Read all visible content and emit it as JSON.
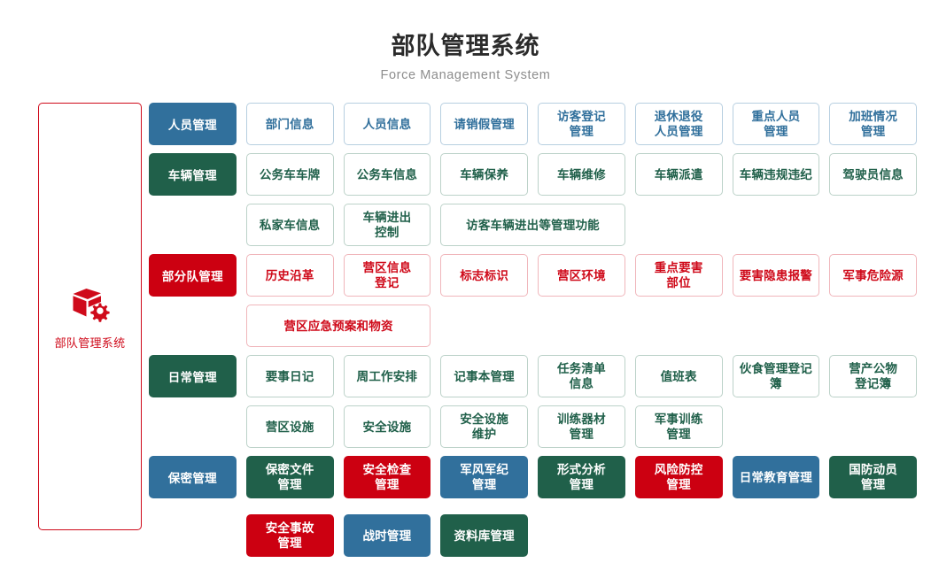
{
  "header": {
    "title": "部队管理系统",
    "subtitle": "Force Management System"
  },
  "sidebar": {
    "icon": "cube-gear-icon",
    "label": "部队管理系统",
    "border_color": "#cf0a1a",
    "label_color": "#cf0a1a"
  },
  "palette": {
    "blue": "#31709c",
    "green": "#20604a",
    "red": "#cc0011",
    "blue_border": "#b7cfe0",
    "green_border": "#bcd2c9",
    "red_border": "#f0b6bb",
    "title_color": "#2b2b2b",
    "subtitle_color": "#8d8d8d"
  },
  "sections": [
    {
      "category": "人员管理",
      "category_color": "blue",
      "style": "outline",
      "color": "blue",
      "items": [
        {
          "label": "部门信息",
          "span": 1
        },
        {
          "label": "人员信息",
          "span": 1
        },
        {
          "label": "请销假管理",
          "span": 1
        },
        {
          "label": "访客登记\n管理",
          "span": 1
        },
        {
          "label": "退休退役\n人员管理",
          "span": 1
        },
        {
          "label": "重点人员\n管理",
          "span": 1
        },
        {
          "label": "加班情况\n管理",
          "span": 1
        }
      ]
    },
    {
      "category": "车辆管理",
      "category_color": "green",
      "style": "outline",
      "color": "green",
      "items": [
        {
          "label": "公务车车牌",
          "span": 1
        },
        {
          "label": "公务车信息",
          "span": 1
        },
        {
          "label": "车辆保养",
          "span": 1
        },
        {
          "label": "车辆维修",
          "span": 1
        },
        {
          "label": "车辆派遣",
          "span": 1
        },
        {
          "label": "车辆违规违纪",
          "span": 1
        },
        {
          "label": "驾驶员信息",
          "span": 1
        },
        {
          "label": "私家车信息",
          "span": 1
        },
        {
          "label": "车辆进出\n控制",
          "span": 1
        },
        {
          "label": "访客车辆进出等管理功能",
          "span": 2
        }
      ]
    },
    {
      "category": "部分队管理",
      "category_color": "red",
      "style": "outline",
      "color": "red",
      "items": [
        {
          "label": "历史沿革",
          "span": 1
        },
        {
          "label": "营区信息\n登记",
          "span": 1
        },
        {
          "label": "标志标识",
          "span": 1
        },
        {
          "label": "营区环境",
          "span": 1
        },
        {
          "label": "重点要害\n部位",
          "span": 1
        },
        {
          "label": "要害隐患报警",
          "span": 1
        },
        {
          "label": "军事危险源",
          "span": 1
        },
        {
          "label": "营区应急预案和物资",
          "span": 2
        }
      ]
    },
    {
      "category": "日常管理",
      "category_color": "green",
      "style": "outline",
      "color": "green",
      "items": [
        {
          "label": "要事日记",
          "span": 1
        },
        {
          "label": "周工作安排",
          "span": 1
        },
        {
          "label": "记事本管理",
          "span": 1
        },
        {
          "label": "任务清单\n信息",
          "span": 1
        },
        {
          "label": "值班表",
          "span": 1
        },
        {
          "label": "伙食管理登记簿",
          "span": 1
        },
        {
          "label": "营产公物\n登记簿",
          "span": 1
        },
        {
          "label": "营区设施",
          "span": 1
        },
        {
          "label": "安全设施",
          "span": 1
        },
        {
          "label": "安全设施\n维护",
          "span": 1
        },
        {
          "label": "训练器材\n管理",
          "span": 1
        },
        {
          "label": "军事训练\n管理",
          "span": 1
        }
      ]
    },
    {
      "category": "保密管理",
      "category_color": "blue",
      "style": "solid",
      "items": [
        {
          "label": "保密文件\n管理",
          "span": 1,
          "color": "green"
        },
        {
          "label": "安全检查\n管理",
          "span": 1,
          "color": "red"
        },
        {
          "label": "军风军纪\n管理",
          "span": 1,
          "color": "blue"
        },
        {
          "label": "形式分析\n管理",
          "span": 1,
          "color": "green"
        },
        {
          "label": "风险防控\n管理",
          "span": 1,
          "color": "red"
        },
        {
          "label": "日常教育管理",
          "span": 1,
          "color": "blue"
        },
        {
          "label": "国防动员\n管理",
          "span": 1,
          "color": "green"
        },
        {
          "label": "安全事故\n管理",
          "span": 1,
          "color": "red",
          "first_col": true
        },
        {
          "label": "战时管理",
          "span": 1,
          "color": "blue"
        },
        {
          "label": "资料库管理",
          "span": 1,
          "color": "green"
        }
      ]
    }
  ]
}
